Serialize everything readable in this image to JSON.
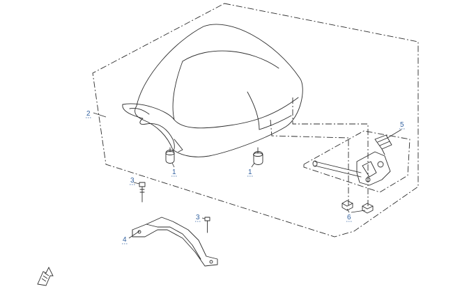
{
  "callouts": [
    {
      "key": "c1a",
      "label": "1"
    },
    {
      "key": "c1b",
      "label": "1"
    },
    {
      "key": "c2",
      "label": "2"
    },
    {
      "key": "c3a",
      "label": "3"
    },
    {
      "key": "c3b",
      "label": "3"
    },
    {
      "key": "c4",
      "label": "4"
    },
    {
      "key": "c5",
      "label": "5"
    },
    {
      "key": "c6",
      "label": "6"
    }
  ],
  "icon": {
    "name": "front-arrow-icon",
    "label": "[]"
  }
}
